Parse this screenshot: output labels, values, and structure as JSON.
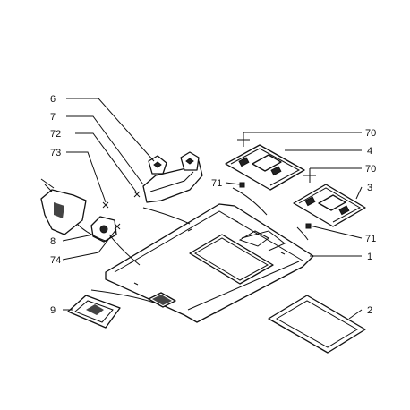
{
  "diagram": {
    "callouts": [
      {
        "key": "c6",
        "text": "6"
      },
      {
        "key": "c7",
        "text": "7"
      },
      {
        "key": "c72",
        "text": "72"
      },
      {
        "key": "c73",
        "text": "73"
      },
      {
        "key": "c8",
        "text": "8"
      },
      {
        "key": "c74",
        "text": "74"
      },
      {
        "key": "c9",
        "text": "9"
      },
      {
        "key": "c70a",
        "text": "70"
      },
      {
        "key": "c4",
        "text": "4"
      },
      {
        "key": "c71a",
        "text": "71"
      },
      {
        "key": "c70b",
        "text": "70"
      },
      {
        "key": "c3",
        "text": "3"
      },
      {
        "key": "c71b",
        "text": "71"
      },
      {
        "key": "c1",
        "text": "1"
      },
      {
        "key": "c2",
        "text": "2"
      }
    ]
  }
}
